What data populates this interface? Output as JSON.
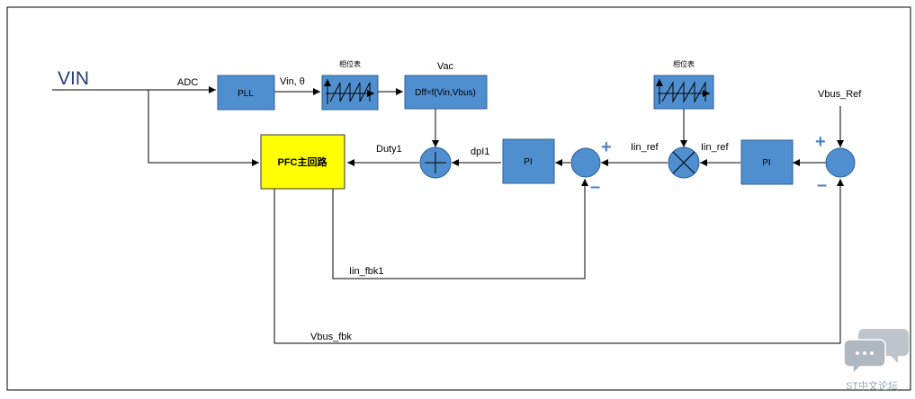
{
  "diagram": {
    "input_label": "VIN",
    "adc_label": "ADC",
    "pll_label": "PLL",
    "vin_theta_label": "Vin, θ",
    "phase_table_label_1": "相位表",
    "phase_table_label_2": "相位表",
    "vac_label": "Vac",
    "dff_label": "Dff=f(Vin,Vbus)",
    "pfc_label": "PFC主回路",
    "duty_label": "Duty1",
    "dpi_label": "dpI1",
    "pi_label_1": "PI",
    "pi_label_2": "PI",
    "iin_ref_label_1": "Iin_ref",
    "iin_ref_label_2": "Iin_ref",
    "vbus_ref_label": "Vbus_Ref",
    "iin_fbk_label": "Iin_fbk1",
    "vbus_fbk_label": "Vbus_fbk",
    "plus_sign_1": "+",
    "minus_sign_1": "–",
    "plus_sign_2": "+",
    "minus_sign_2": "–",
    "watermark": "ST中文论坛"
  },
  "colors": {
    "block_fill": "#4f8fcf",
    "block_stroke": "#2d5f93",
    "pfc_fill": "#ffff00",
    "sign_color": "#4a7fc1",
    "line": "#000000"
  }
}
